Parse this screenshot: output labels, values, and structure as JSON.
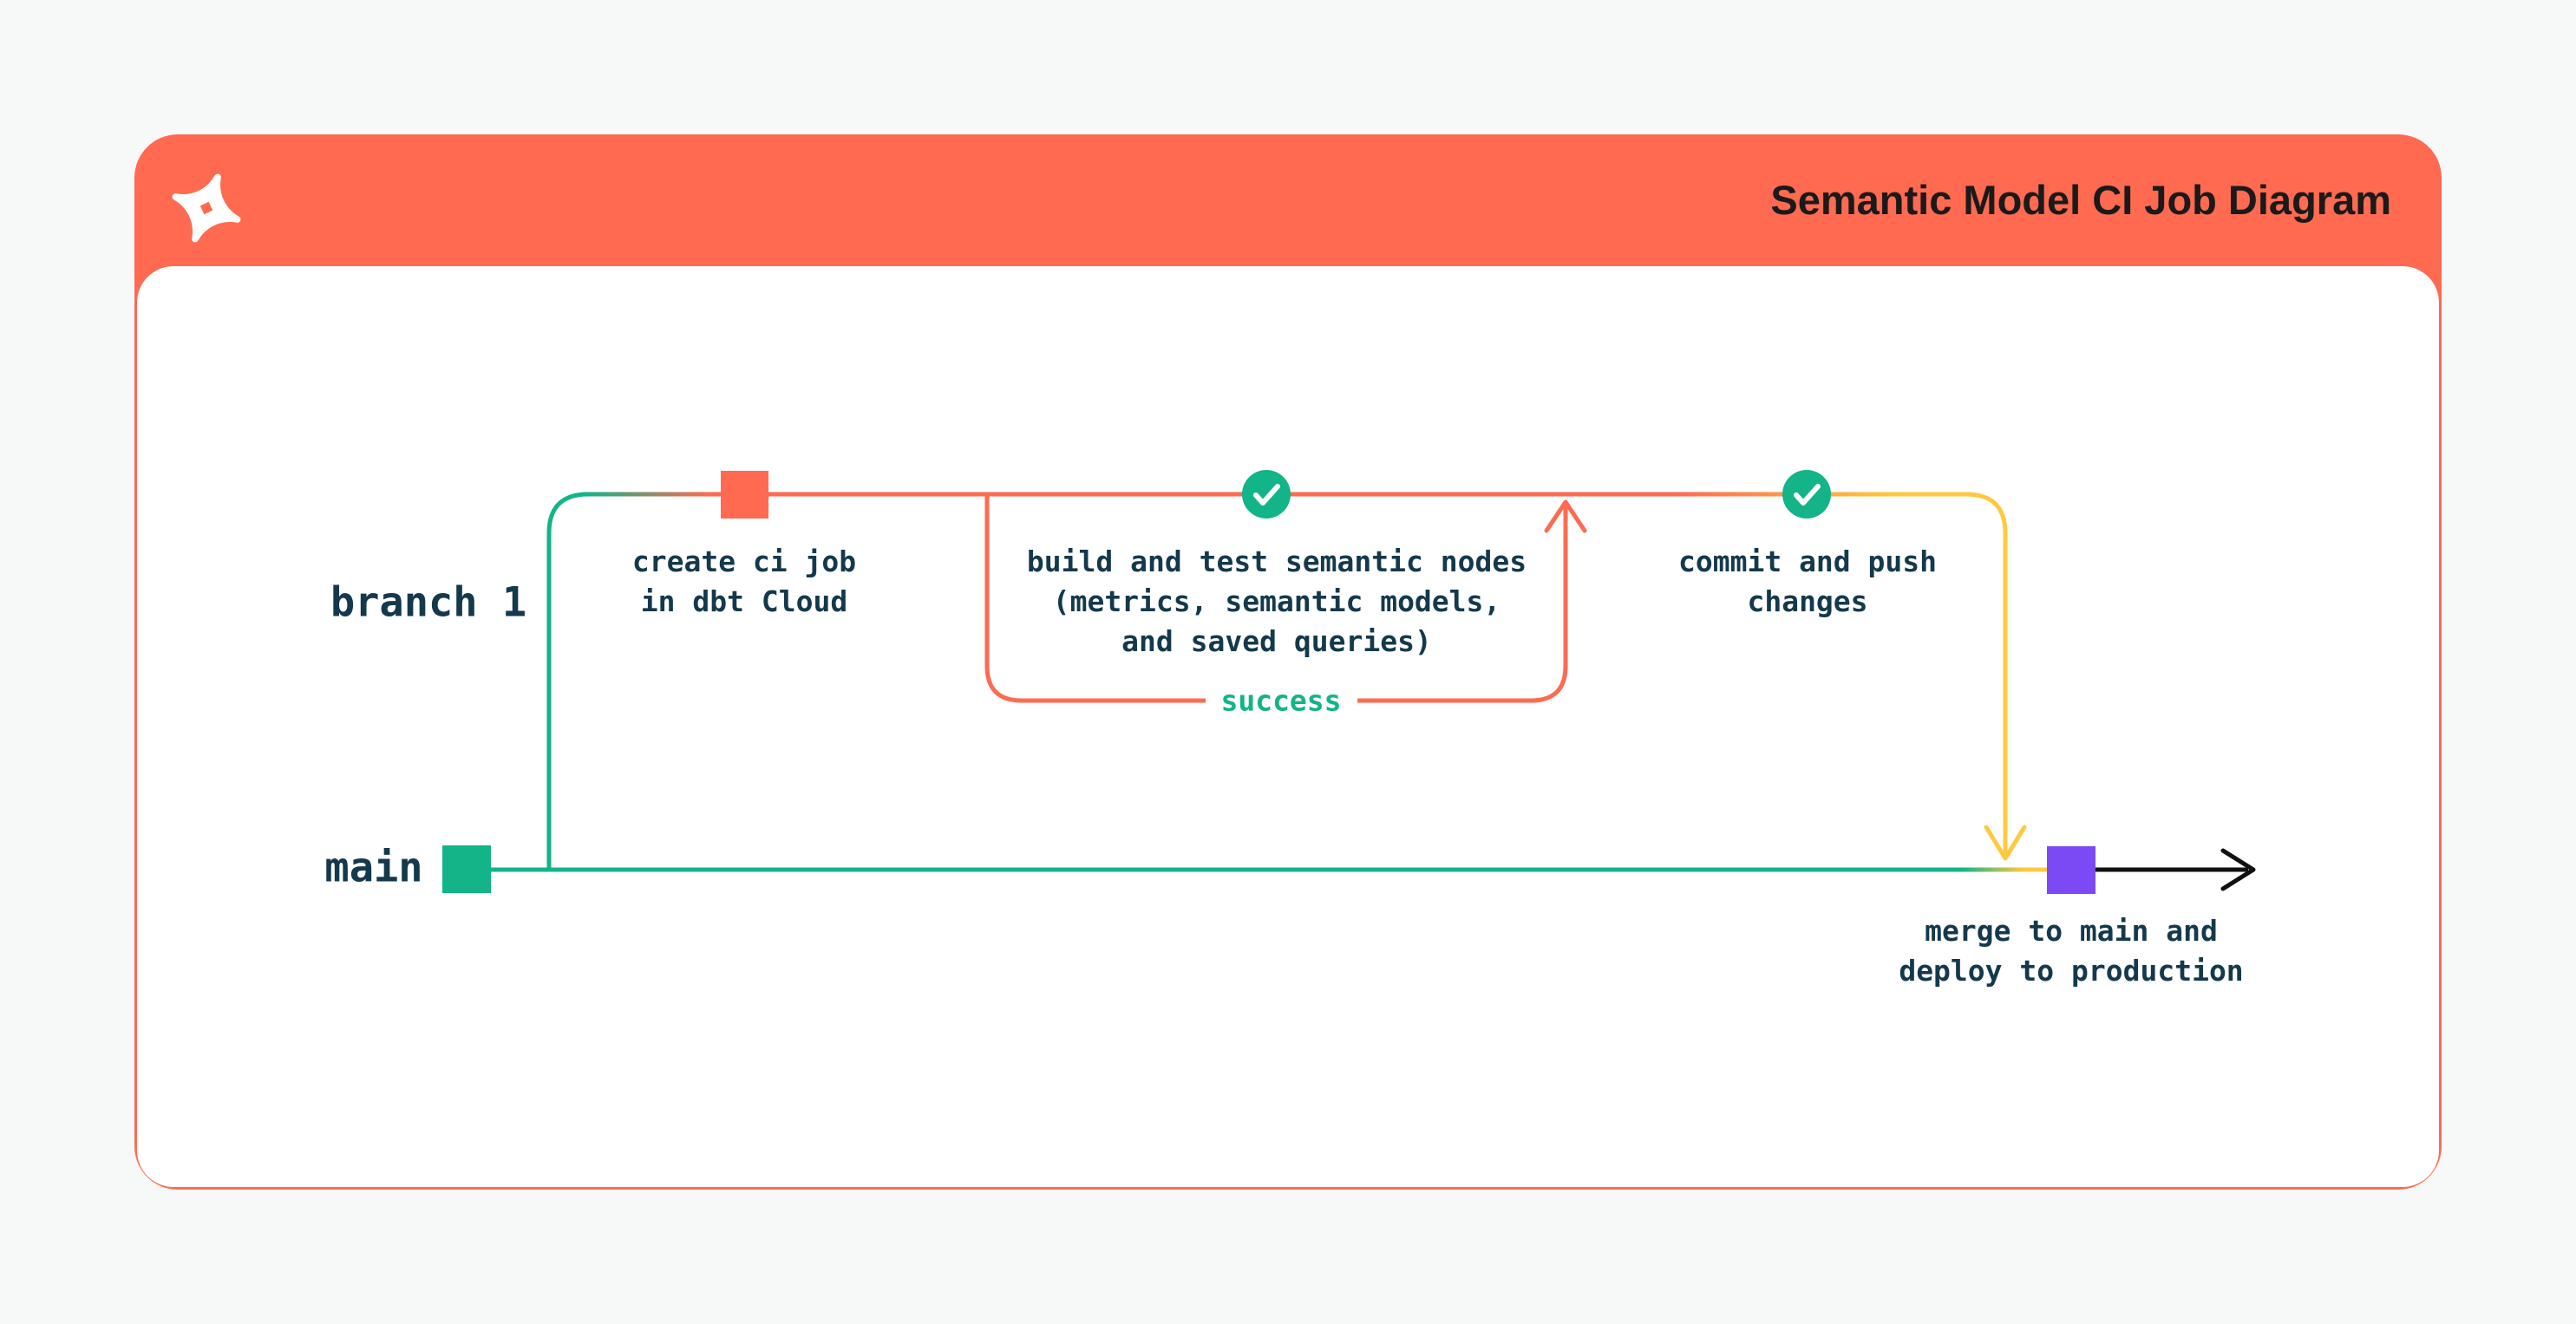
{
  "colors": {
    "background": "#F7F8F8",
    "orange": "#FF6A50",
    "green": "#12B488",
    "yellow": "#FFC93F",
    "purple": "#7C4AF5",
    "dark_text": "#14394C",
    "title_text": "#1A1A1A",
    "black": "#111111",
    "white": "#FFFFFF"
  },
  "header": {
    "title": "Semantic Model CI Job Diagram",
    "logo_icon": "dbt-logo"
  },
  "diagram": {
    "branch_label": "branch 1",
    "main_label": "main",
    "nodes": [
      {
        "id": "create-ci-job",
        "marker": "orange-square",
        "label": "create ci job\nin dbt Cloud"
      },
      {
        "id": "build-test-semantic-nodes",
        "marker": "green-check-circle",
        "label": "build and test semantic nodes\n(metrics, semantic models,\nand saved queries)"
      },
      {
        "id": "commit-push",
        "marker": "green-check-circle",
        "label": "commit and push\nchanges"
      }
    ],
    "loop_label": "success",
    "start_node": {
      "id": "main-start",
      "marker": "green-square"
    },
    "merge_node": {
      "id": "merge-deploy",
      "marker": "purple-square",
      "label": "merge to main and\ndeploy to production"
    }
  }
}
